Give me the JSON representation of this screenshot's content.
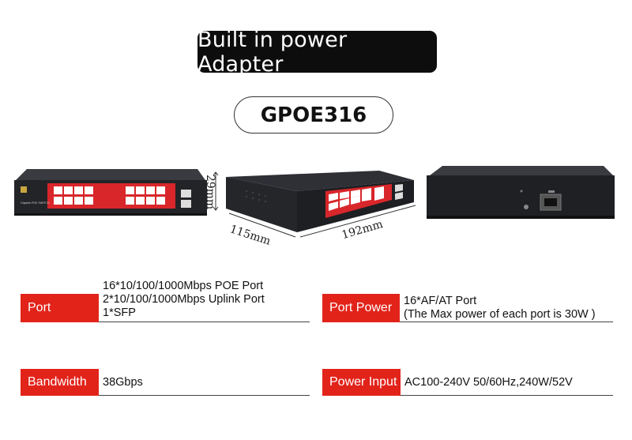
{
  "banner": {
    "title": "Built in power Adapter"
  },
  "model": {
    "name": "GPOE316"
  },
  "dimensions": {
    "height": "29mm",
    "depth": "115mm",
    "width": "192mm"
  },
  "device": {
    "front_label": "Gigabit POE SWITCH"
  },
  "specs": {
    "port": {
      "label": "Port",
      "lines": [
        "16*10/100/1000Mbps POE Port",
        "2*10/100/1000Mbps Uplink Port",
        "1*SFP"
      ]
    },
    "port_power": {
      "label": "Port Power",
      "lines": [
        "16*AF/AT Port",
        "(The Max power of each port is 30W )"
      ]
    },
    "bandwidth": {
      "label": "Bandwidth",
      "value": "38Gbps"
    },
    "power_input": {
      "label": "Power Input",
      "value": "AC100-240V 50/60Hz,240W/52V"
    }
  },
  "colors": {
    "accent": "#e2231a",
    "banner_bg": "#0d0d0d",
    "device_body": "#2b2c31"
  }
}
